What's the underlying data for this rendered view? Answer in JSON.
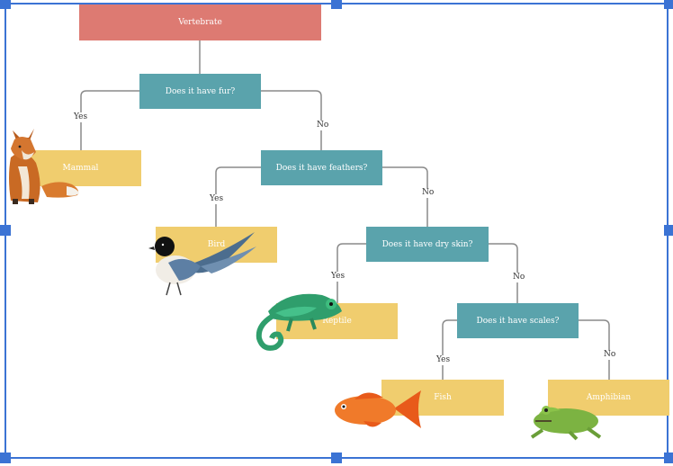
{
  "diagram": {
    "root": {
      "label": "Vertebrate"
    },
    "questions": [
      {
        "label": "Does it have fur?"
      },
      {
        "label": "Does it have feathers?"
      },
      {
        "label": "Does it have dry skin?"
      },
      {
        "label": "Does it have scales?"
      }
    ],
    "leaves": [
      {
        "label": "Mammal"
      },
      {
        "label": "Bird"
      },
      {
        "label": "Reptile"
      },
      {
        "label": "Fish"
      },
      {
        "label": "Amphibian"
      }
    ],
    "edge_labels": {
      "yes": "Yes",
      "no": "No"
    },
    "images": [
      "fox",
      "magpie",
      "chameleon",
      "goldfish",
      "frog"
    ]
  },
  "colors": {
    "root": "#dd7a72",
    "question": "#5aa3ac",
    "leaf": "#f0cd6e",
    "connector": "#8a8a8a",
    "selection": "#3b73d4"
  }
}
